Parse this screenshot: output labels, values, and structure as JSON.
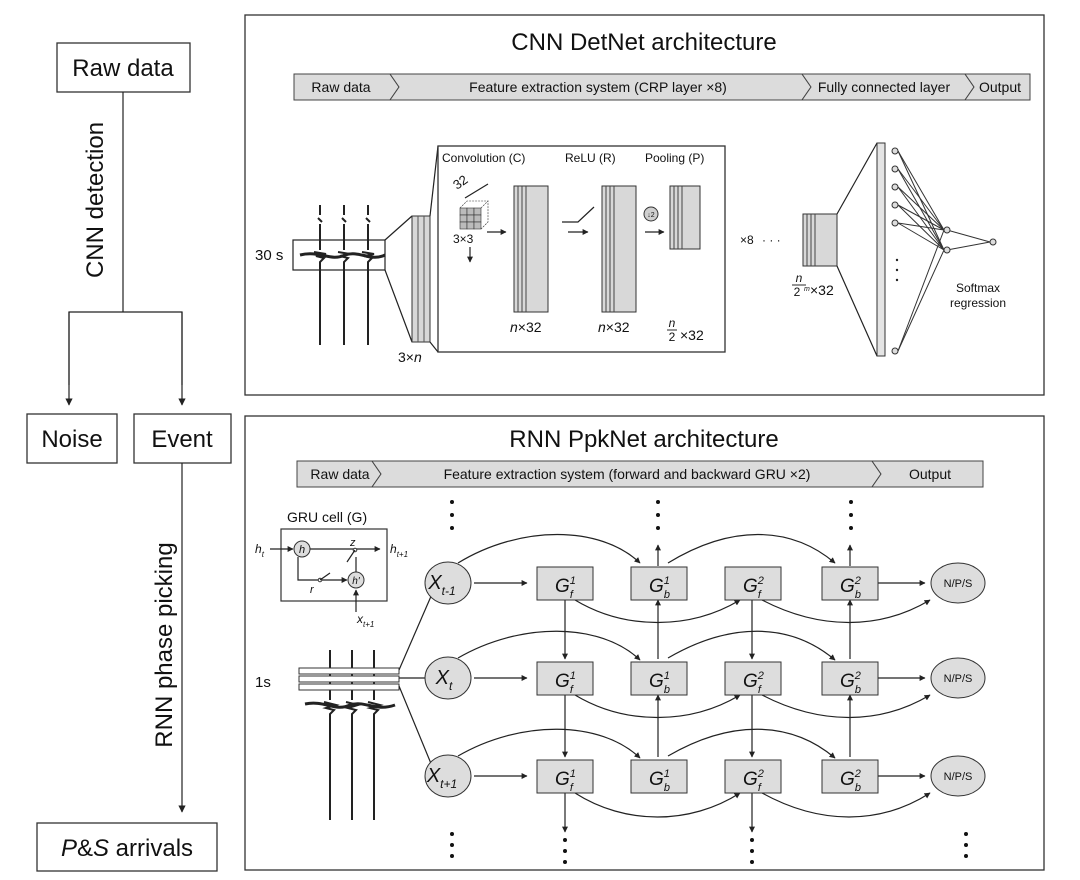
{
  "workflow": {
    "raw_data": "Raw data",
    "cnn_detection": "CNN detection",
    "noise": "Noise",
    "event": "Event",
    "rnn_phase_picking": "RNN phase picking",
    "arrivals_p": "P",
    "arrivals_amp": "&",
    "arrivals_s": "S",
    "arrivals_rest": " arrivals"
  },
  "cnn": {
    "title": "CNN DetNet architecture",
    "stages": [
      "Raw data",
      "Feature extraction system (CRP layer ×8)",
      "Fully connected layer",
      "Output"
    ],
    "window": "30 s",
    "input_size_pre": "3×",
    "input_size_var": "n",
    "conv_label": "Convolution (C)",
    "relu_label": "ReLU (R)",
    "pool_label": "Pooling (P)",
    "filters": "32",
    "kernel": "3×3",
    "conv_out_var": "n",
    "conv_out_rest": "×32",
    "relu_out_var": "n",
    "relu_out_rest": "×32",
    "pool_num": "n",
    "pool_den": "2",
    "pool_rest": "×32",
    "pool_symbol": "↓2",
    "repeat": "×8",
    "dots": "· · ·",
    "final_num": "n",
    "final_den": "2",
    "final_den_sup": "m",
    "final_rest": "×32",
    "softmax_1": "Softmax",
    "softmax_2": "regression"
  },
  "rnn": {
    "title": "RNN PpkNet architecture",
    "stages": [
      "Raw data",
      "Feature extraction system (forward and backward GRU ×2)",
      "Output"
    ],
    "window": "1s",
    "gru_cell": "GRU cell (G)",
    "h": "h",
    "t": "t",
    "t1": "t+1",
    "z": "z",
    "r": "r",
    "x": "x",
    "h_prime": "h'",
    "X": "X",
    "G": "G",
    "x_subs": [
      "t-1",
      "t",
      "t+1"
    ],
    "gate_sups": [
      "1",
      "1",
      "2",
      "2"
    ],
    "gate_subs": [
      "f",
      "b",
      "f",
      "b"
    ],
    "output": "N/P/S"
  }
}
